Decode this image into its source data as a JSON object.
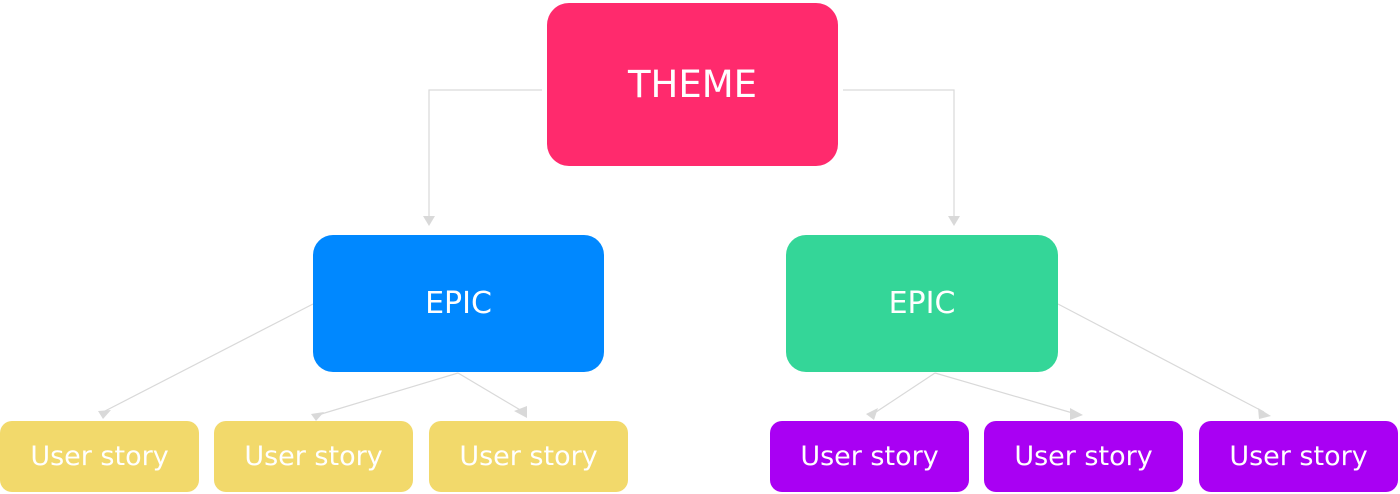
{
  "colors": {
    "theme": "#FF2A6D",
    "epic_left": "#0088FF",
    "epic_right": "#34D698",
    "story_left": "#F2D96B",
    "story_right": "#A900F3",
    "connector": "#D9D9D9"
  },
  "theme": {
    "label": "THEME"
  },
  "epics": [
    {
      "label": "EPIC"
    },
    {
      "label": "EPIC"
    }
  ],
  "stories": [
    {
      "label": "User story"
    },
    {
      "label": "User story"
    },
    {
      "label": "User story"
    },
    {
      "label": "User story"
    },
    {
      "label": "User story"
    },
    {
      "label": "User story"
    }
  ]
}
